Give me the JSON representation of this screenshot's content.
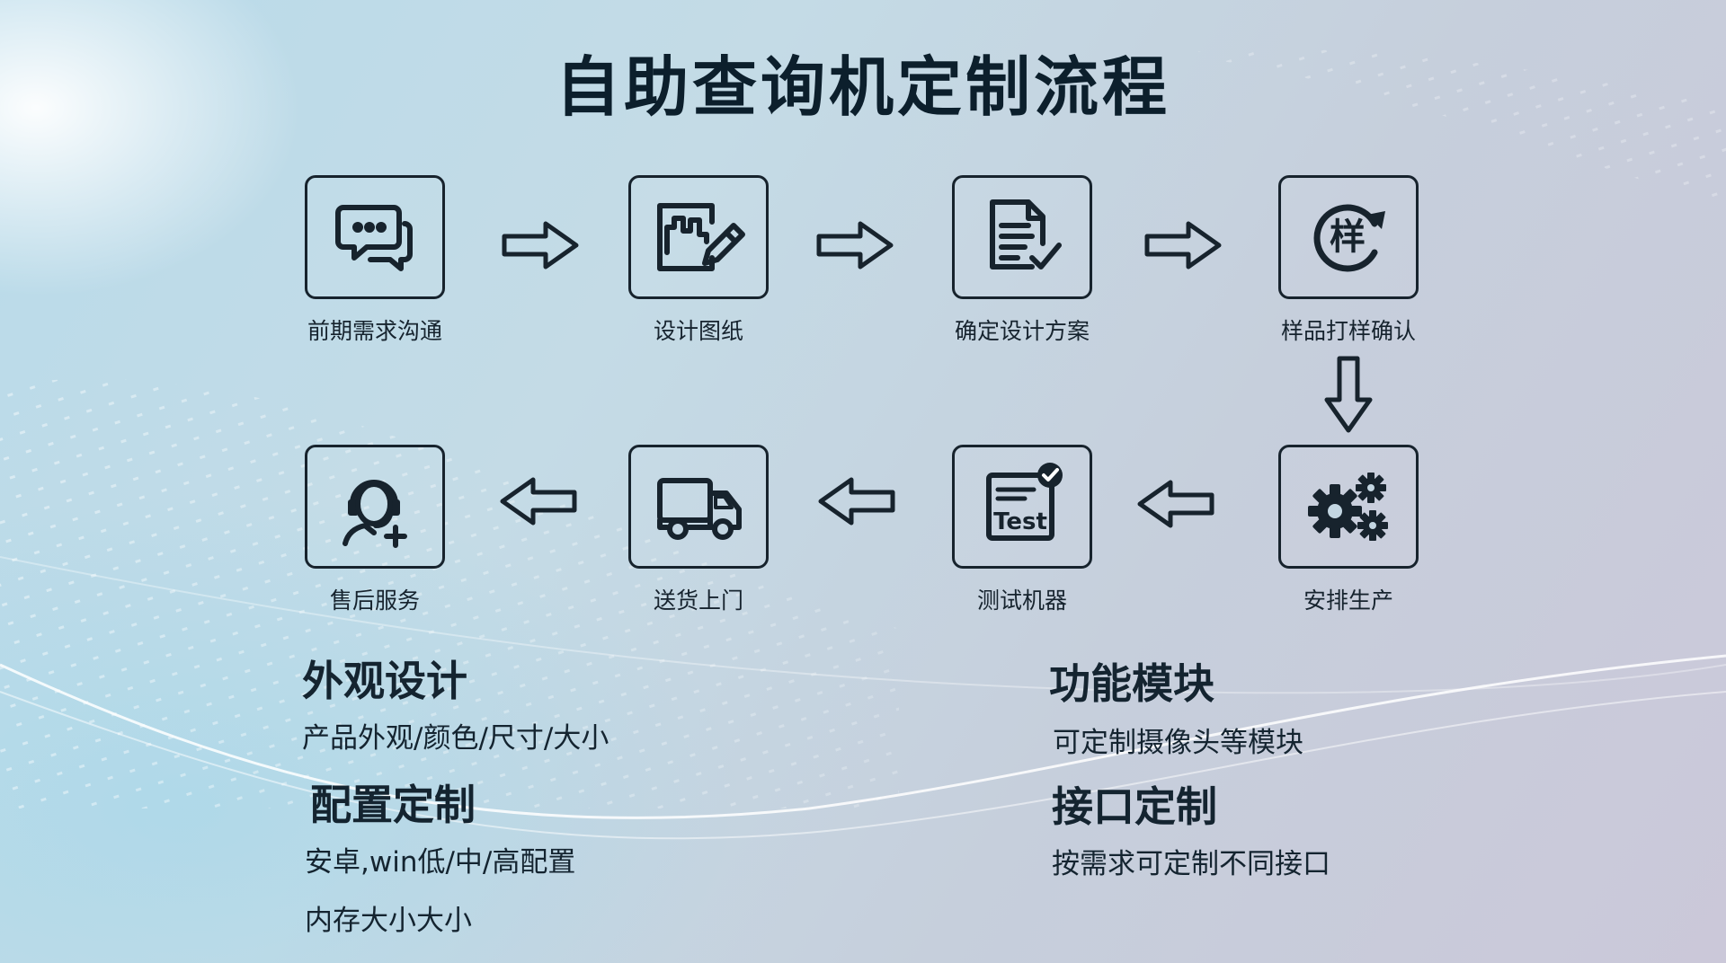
{
  "title": "自助查询机定制流程",
  "steps": [
    {
      "label": "前期需求沟通",
      "icon": "chat-bubbles-icon"
    },
    {
      "label": "设计图纸",
      "icon": "drawing-pencil-icon"
    },
    {
      "label": "确定设计方案",
      "icon": "document-check-icon"
    },
    {
      "label": "样品打样确认",
      "icon": "sample-rotate-icon",
      "badge": "样"
    },
    {
      "label": "安排生产",
      "icon": "gears-icon"
    },
    {
      "label": "测试机器",
      "icon": "test-check-icon",
      "badge": "Test"
    },
    {
      "label": "送货上门",
      "icon": "delivery-truck-icon"
    },
    {
      "label": "售后服务",
      "icon": "customer-service-icon"
    }
  ],
  "sections": {
    "appearance": {
      "title": "外观设计",
      "lines": [
        "产品外观/颜色/尺寸/大小"
      ]
    },
    "config": {
      "title": "配置定制",
      "lines": [
        "安卓,win低/中/高配置",
        "内存大小大小"
      ]
    },
    "modules": {
      "title": "功能模块",
      "lines": [
        "可定制摄像头等模块"
      ]
    },
    "interface": {
      "title": "接口定制",
      "lines": [
        "按需求可定制不同接口"
      ]
    }
  },
  "colors": {
    "stroke": "#17232d",
    "text": "#0f2230"
  }
}
